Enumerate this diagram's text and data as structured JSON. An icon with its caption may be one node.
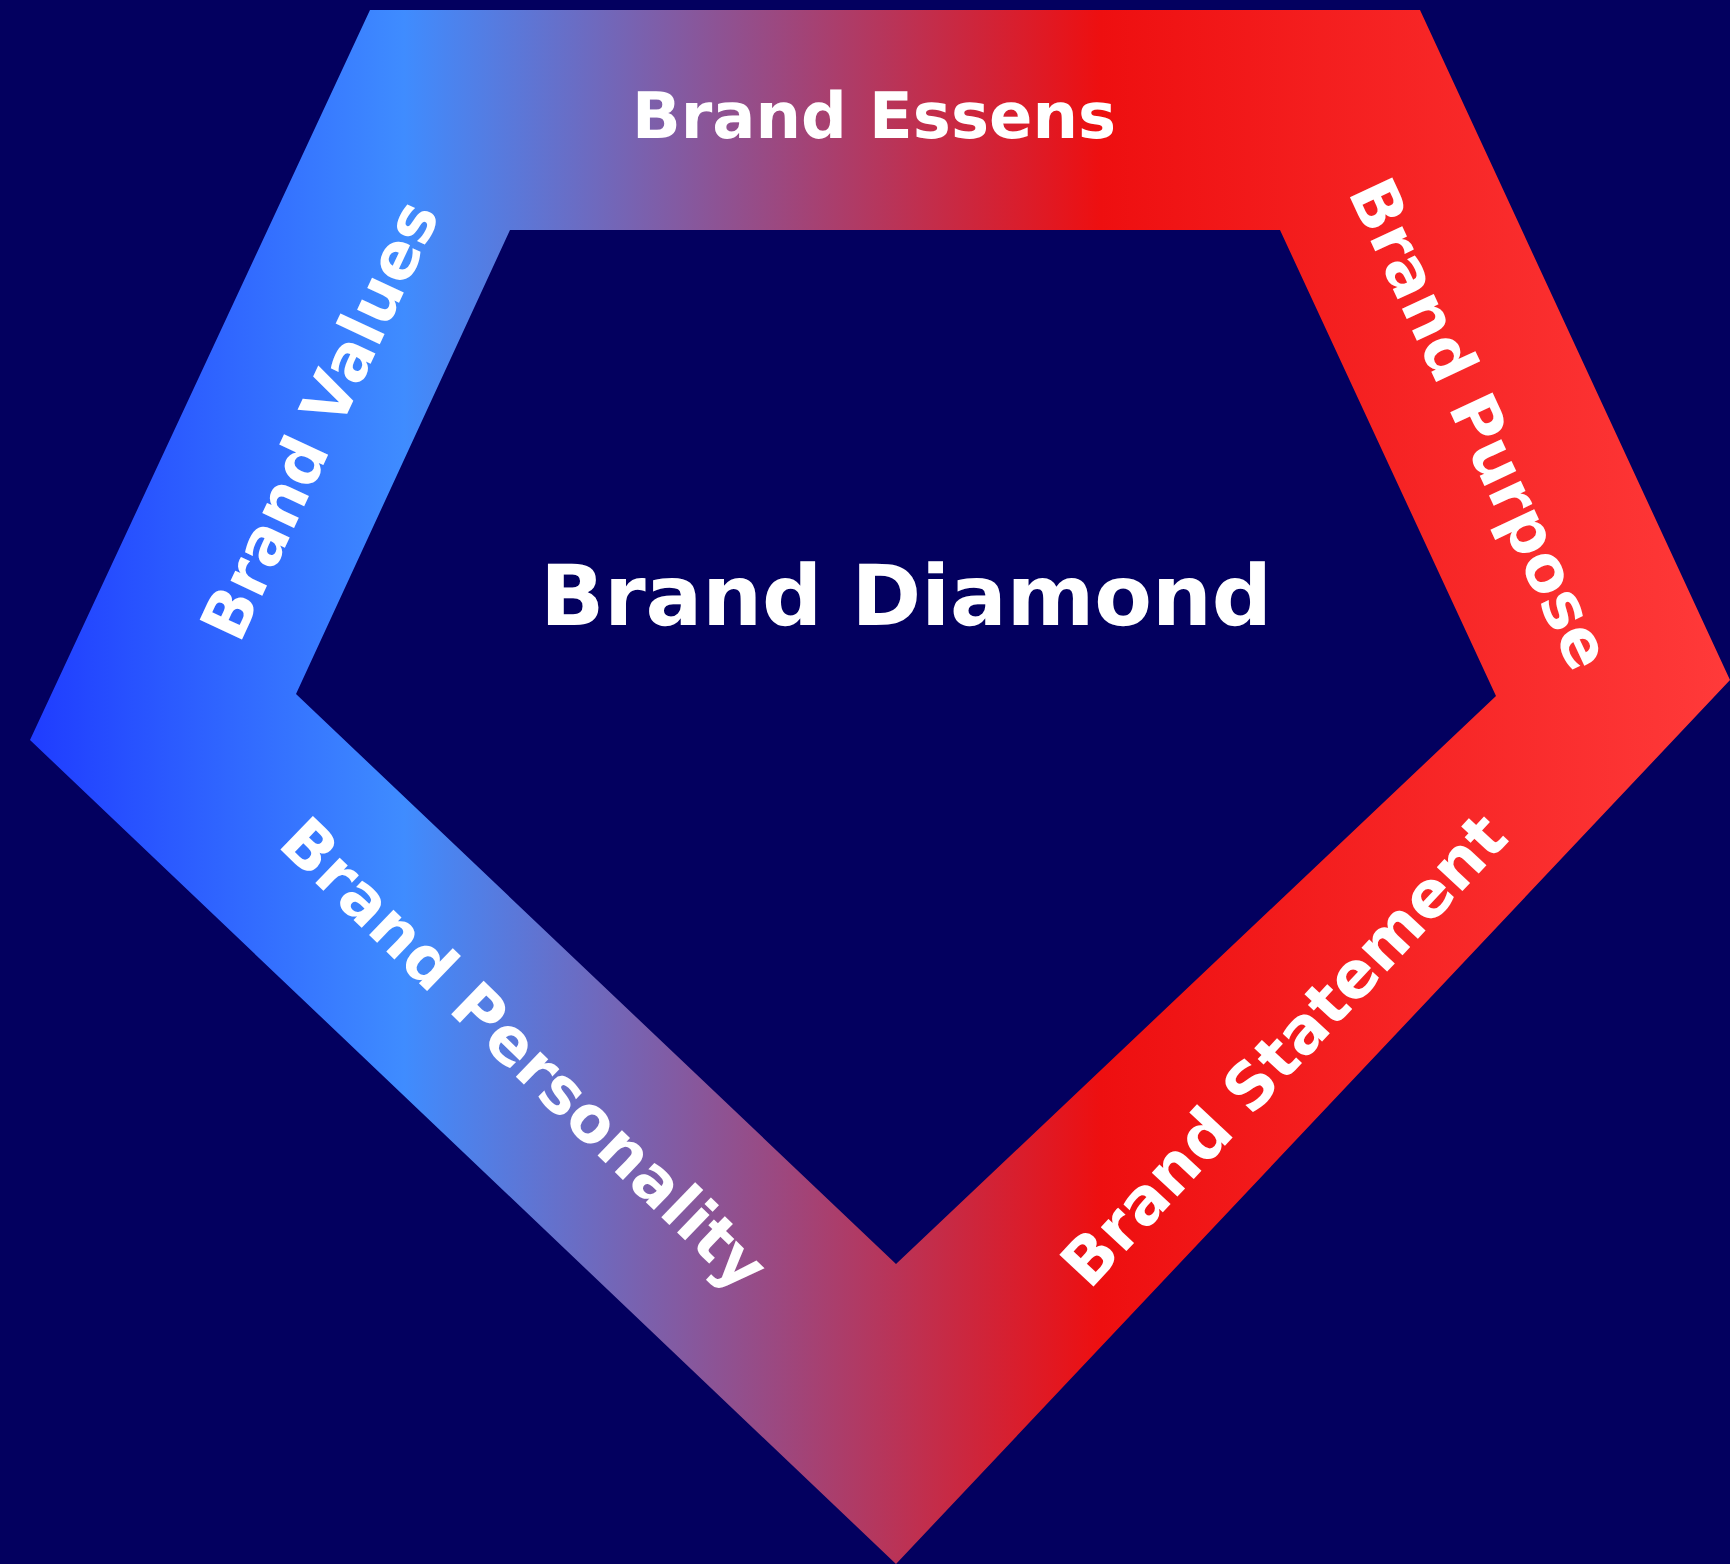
{
  "diagram": {
    "title": "Brand Diamond",
    "labels": [
      "Brand Essens",
      "Brand Values",
      "Brand Purpose",
      "Brand Personality",
      "Brand Statement"
    ]
  }
}
